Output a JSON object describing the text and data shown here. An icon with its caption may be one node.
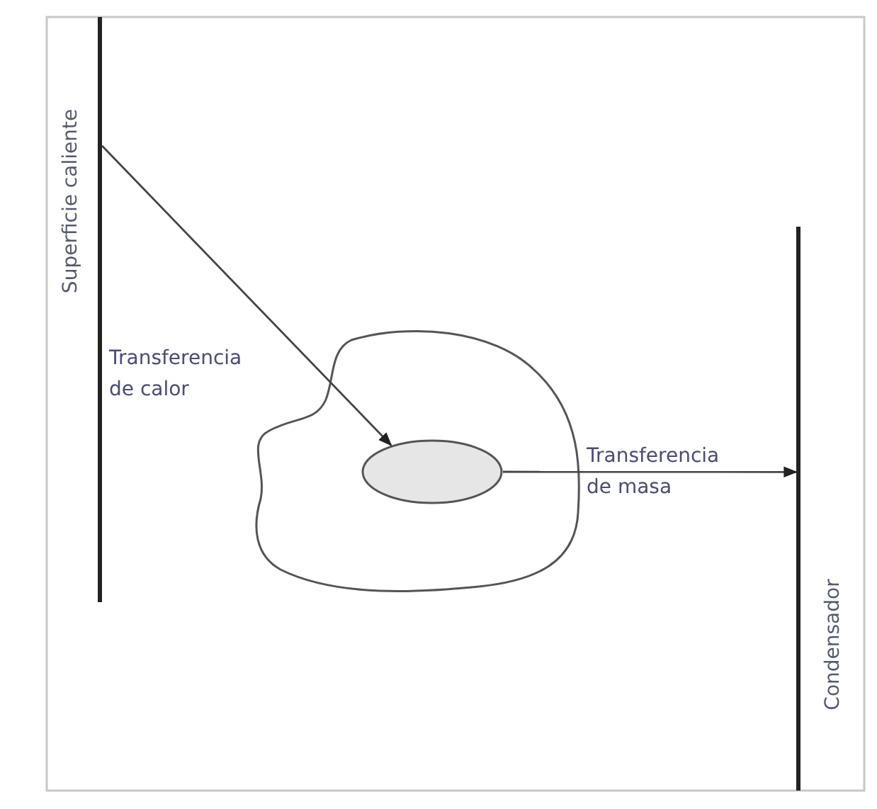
{
  "diagram": {
    "nodes": [
      {
        "text": [
          "Superficie caliente"
        ]
      },
      {
        "text": [],
        "shape": "blob"
      },
      {
        "text": [],
        "shape": "ellipse",
        "in": 1
      },
      {
        "text": [
          "Condensador"
        ]
      }
    ],
    "edges": [
      {
        "from": 0,
        "to": 2,
        "arrow": "to",
        "label": "Transferencia de calor"
      },
      {
        "from": 2,
        "to": 3,
        "arrow": "to",
        "label": "Transferencia de masa"
      }
    ]
  }
}
